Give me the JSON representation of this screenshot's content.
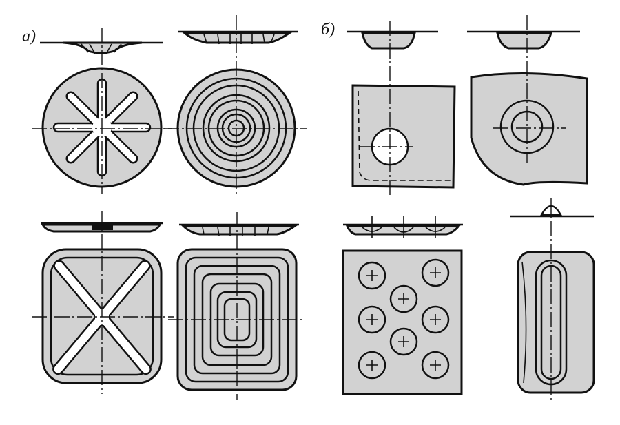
{
  "labels": {
    "group_a": "а)",
    "group_b": "б)"
  },
  "colors": {
    "part_fill": "#d2d2d2",
    "outline": "#111111",
    "background": "#ffffff"
  },
  "panels": {
    "group_a": [
      "radial-ribs-disc",
      "concentric-rings-disc",
      "cross-ribs-square",
      "concentric-frames-square"
    ],
    "group_b": [
      "corner-boss-plate",
      "curved-edge-boss-plate",
      "multi-boss-plate",
      "oblong-rib-plate"
    ]
  }
}
